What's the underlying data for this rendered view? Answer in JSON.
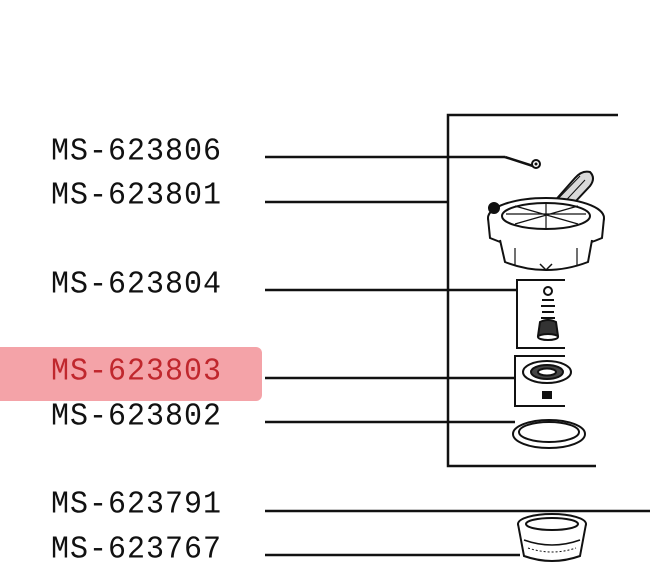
{
  "colors": {
    "line": "#111111",
    "highlight": "#f4a3a8",
    "selected_text": "#c0272d",
    "background": "#ffffff"
  },
  "selected_part": "MS-623803",
  "parts": [
    {
      "code": "MS-623806",
      "icon": "screw-icon"
    },
    {
      "code": "MS-623801",
      "icon": "lid-with-handle-icon"
    },
    {
      "code": "MS-623804",
      "icon": "valve-spring-icon"
    },
    {
      "code": "MS-623803",
      "icon": "filter-disc-icon"
    },
    {
      "code": "MS-623802",
      "icon": "gasket-ring-icon"
    },
    {
      "code": "MS-623791",
      "icon": "none"
    },
    {
      "code": "MS-623767",
      "icon": "filter-basket-icon"
    }
  ]
}
